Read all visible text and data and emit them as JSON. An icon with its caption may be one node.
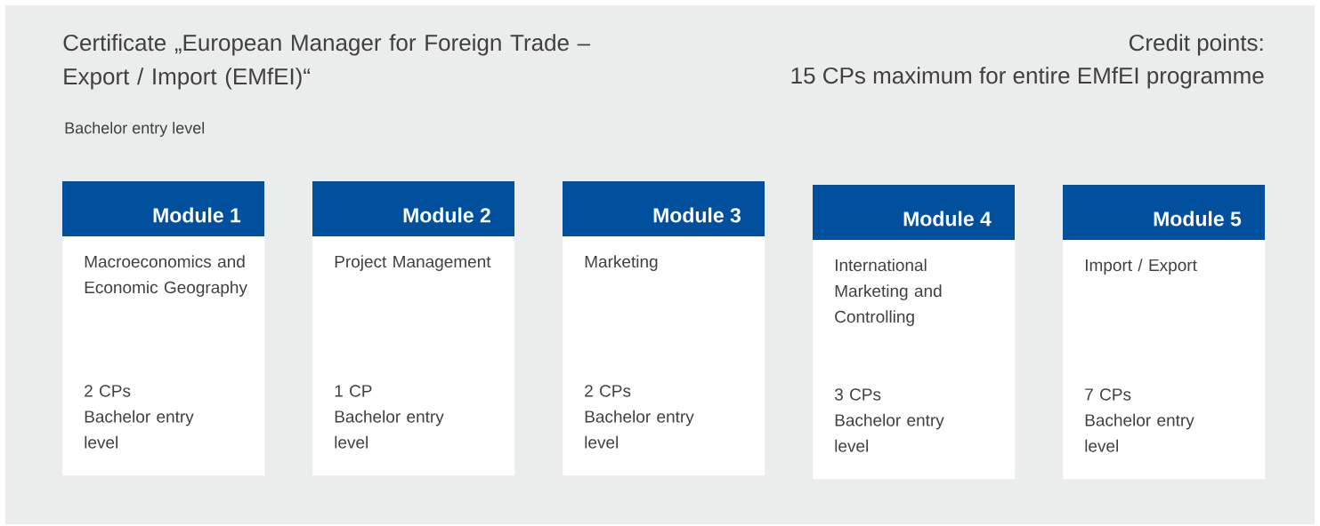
{
  "diagram": {
    "title": "Certificate „European Manager for Foreign Trade – Export / Import (EMfEI)“",
    "nodes": [
      {
        "text": [
          "Module 1",
          "Macroeconomics and Economic Geography",
          "2 CPs",
          "Bachelor entry level"
        ]
      },
      {
        "text": [
          "Module 2",
          "Project Management",
          "1 CP",
          "Bachelor entry level"
        ]
      },
      {
        "text": [
          "Module 3",
          "Marketing",
          "2 CPs",
          "Bachelor entry level"
        ]
      },
      {
        "text": [
          "Module 4",
          "International Marketing and Controlling",
          "3 CPs",
          "Bachelor entry level"
        ]
      },
      {
        "text": [
          "Module 5",
          "Import / Export",
          "7 CPs",
          "Bachelor entry level"
        ]
      }
    ],
    "labels": [
      "Credit points:",
      "15 CPs maximum for entire EMfEI programme",
      "Bachelor entry level"
    ]
  }
}
